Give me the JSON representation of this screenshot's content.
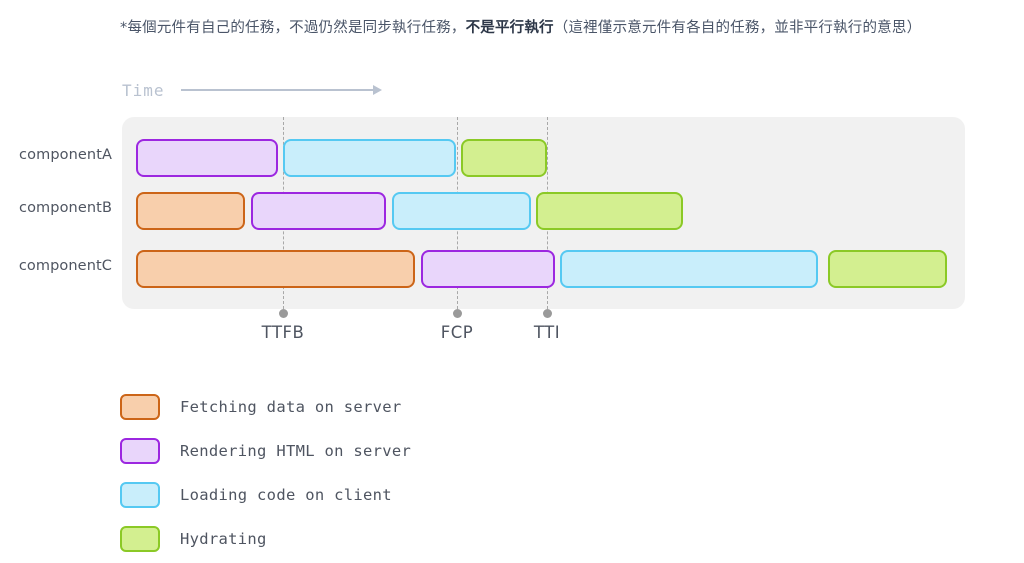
{
  "caption": {
    "prefix": "*每個元件有自己的任務，不過仍然是同步執行任務，",
    "strong": "不是平行執行",
    "suffix": "（這裡僅示意元件有各自的任務，並非平行執行的意思）"
  },
  "axis": {
    "time_label": "Time"
  },
  "chart_data": {
    "type": "bar",
    "title": "",
    "xlabel": "Time",
    "ylabel": "",
    "orientation": "horizontal-timeline",
    "categories": [
      "componentA",
      "componentB",
      "componentC"
    ],
    "legend_position": "bottom-left",
    "grid": false,
    "xlim": [
      0,
      843
    ],
    "task_types": [
      {
        "key": "fetch",
        "label": "Fetching data on server",
        "fill": "#f8cfac",
        "border": "#cc6518"
      },
      {
        "key": "render",
        "label": "Rendering HTML on server",
        "fill": "#e9d6fb",
        "border": "#9c27e0"
      },
      {
        "key": "load",
        "label": "Loading code on client",
        "fill": "#c9eefb",
        "border": "#55c9f2"
      },
      {
        "key": "hydrate",
        "label": "Hydrating",
        "fill": "#d3ef90",
        "border": "#8bc926"
      }
    ],
    "rows": [
      {
        "name": "componentA",
        "bars": [
          {
            "type": "render",
            "start": 14,
            "end": 156
          },
          {
            "type": "load",
            "start": 161,
            "end": 334
          },
          {
            "type": "hydrate",
            "start": 339,
            "end": 425
          }
        ]
      },
      {
        "name": "componentB",
        "bars": [
          {
            "type": "fetch",
            "start": 14,
            "end": 123
          },
          {
            "type": "render",
            "start": 129,
            "end": 264
          },
          {
            "type": "load",
            "start": 270,
            "end": 409
          },
          {
            "type": "hydrate",
            "start": 414,
            "end": 561
          }
        ]
      },
      {
        "name": "componentC",
        "bars": [
          {
            "type": "fetch",
            "start": 14,
            "end": 293
          },
          {
            "type": "render",
            "start": 299,
            "end": 433
          },
          {
            "type": "load",
            "start": 438,
            "end": 696
          },
          {
            "type": "hydrate",
            "start": 706,
            "end": 825
          }
        ]
      }
    ],
    "markers": [
      {
        "label": "TTFB",
        "x": 161
      },
      {
        "label": "FCP",
        "x": 335
      },
      {
        "label": "TTI",
        "x": 425
      }
    ]
  },
  "legend": {
    "items": [
      {
        "key": "fetch",
        "label": "Fetching data on server"
      },
      {
        "key": "render",
        "label": "Rendering HTML on server"
      },
      {
        "key": "load",
        "label": "Loading code on client"
      },
      {
        "key": "hydrate",
        "label": "Hydrating"
      }
    ]
  }
}
